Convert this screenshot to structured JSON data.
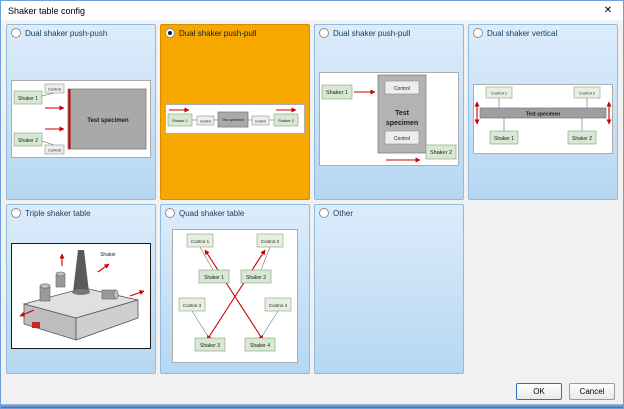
{
  "window": {
    "title": "Shaker table config",
    "close": "✕"
  },
  "options": [
    {
      "label": "Dual shaker push-push",
      "selected": false
    },
    {
      "label": "Dual shaker push-pull",
      "selected": true
    },
    {
      "label": "Dual shaker push-pull",
      "selected": false
    },
    {
      "label": "Dual shaker vertical",
      "selected": false
    },
    {
      "label": "Triple shaker table",
      "selected": false
    },
    {
      "label": "Quad shaker table",
      "selected": false
    },
    {
      "label": "Other",
      "selected": false
    }
  ],
  "labels": {
    "shaker": "Shaker",
    "shaker1": "Shaker 1",
    "shaker2": "Shaker 2",
    "shaker3": "Shaker 3",
    "shaker4": "Shaker 4",
    "control": "Control",
    "control1": "Control 1",
    "control2": "Control 2",
    "control3": "Control 3",
    "control4": "Control 4",
    "test_specimen": "Test specimen",
    "test": "Test",
    "specimen": "specimen"
  },
  "footer": {
    "ok": "OK",
    "cancel": "Cancel"
  },
  "colors": {
    "selected_card": "#f6a700",
    "card_blue_top": "#dcecfb",
    "card_blue_bottom": "#b6d7f2",
    "accent_red": "#cc0000"
  }
}
